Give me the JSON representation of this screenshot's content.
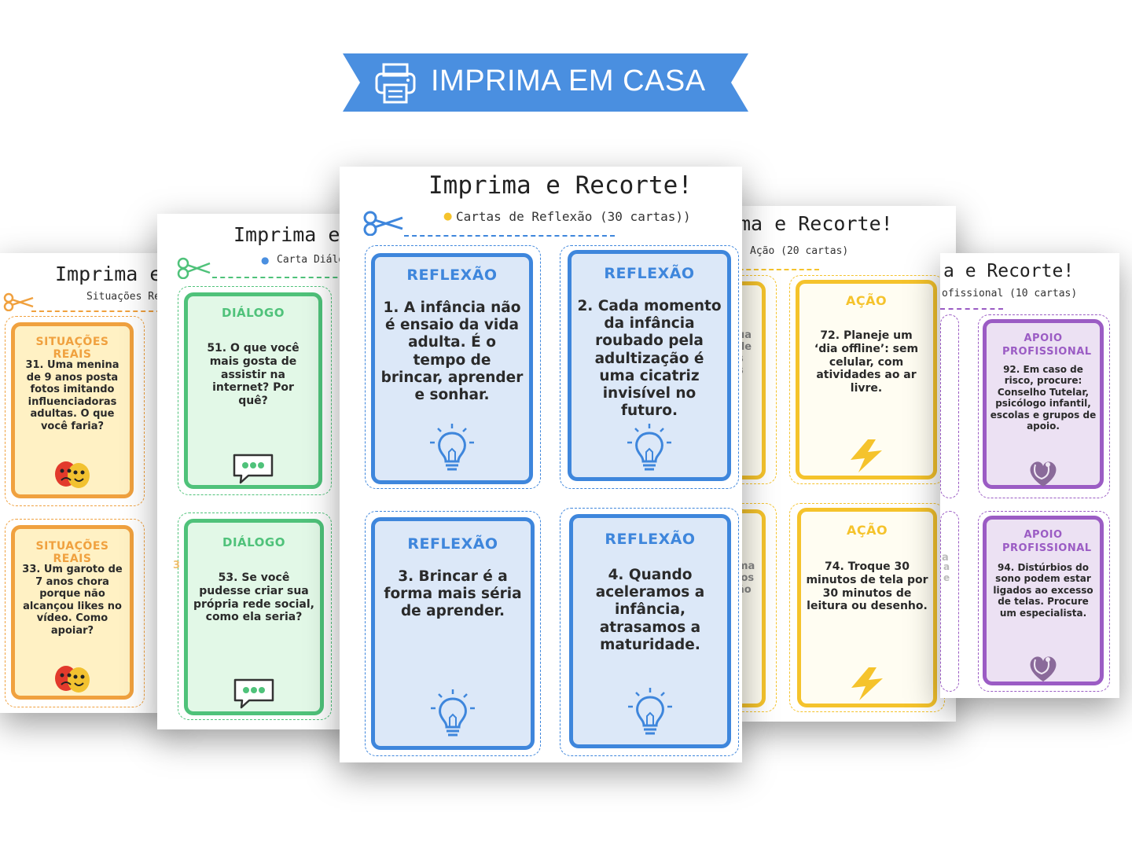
{
  "banner": {
    "label": "IMPRIMA EM CASA",
    "color": "#4a8fe0",
    "icon": "printer-icon"
  },
  "sheets": {
    "s1": {
      "title": "Imprima e R",
      "subtitle": "Situações Reais (",
      "accent": "#f0a13f",
      "fill": "#fff1c4",
      "frag_top": "S",
      "frag_bottom": "S",
      "cards": [
        {
          "category": "Situações Reais",
          "text": "31. Uma menina de 9 anos posta fotos imitando influenciadoras adultas. O que você faria?",
          "icon": "theater-masks-icon"
        },
        {
          "category": "Situações Reais",
          "text": "33. Um garoto de 7 anos chora porque não alcançou likes no vídeo. Como apoiar?",
          "icon": "theater-masks-icon"
        }
      ]
    },
    "s2": {
      "title": "Imprima e R",
      "subtitle": "Carta Diálogo",
      "accent": "#4fc27a",
      "fill": "#e2f8e7",
      "frag_bottom": "3",
      "cards": [
        {
          "category": "Diálogo",
          "text": "51. O que você mais gosta de assistir na internet? Por quê?",
          "icon": "chat-bubble-icon"
        },
        {
          "category": "Diálogo",
          "text": "53. Se você pudesse criar sua própria rede social, como ela seria?",
          "icon": "chat-bubble-icon"
        }
      ]
    },
    "s3": {
      "title": "Imprima e Recorte!",
      "subtitle": "Cartas de Reflexão (30 cartas))",
      "accent": "#3e86dc",
      "fill": "#dce8f8",
      "cards": [
        {
          "category": "Reflexão",
          "text": "1. A infância não é ensaio da vida adulta. É o tempo de brincar, aprender e sonhar.",
          "icon": "lightbulb-icon"
        },
        {
          "category": "Reflexão",
          "text": "2. Cada momento da infância roubado pela adultização é uma cicatriz invisível no futuro.",
          "icon": "lightbulb-icon"
        },
        {
          "category": "Reflexão",
          "text": "3. Brincar é a forma mais séria de aprender.",
          "icon": "lightbulb-icon"
        },
        {
          "category": "Reflexão",
          "text": "4. Quando aceleramos a infância, atrasamos a maturidade.",
          "icon": "lightbulb-icon"
        }
      ]
    },
    "s4": {
      "title": "ma e Recorte!",
      "subtitle": "Ação (20 cartas)",
      "accent": "#f5c32c",
      "fill": "#fffdf2",
      "frag_top": "ua\nde\ns\ns",
      "frag_bottom": "ma\nlos\não",
      "cards": [
        {
          "category": "Ação",
          "text": "72. Planeje um ‘dia offline’: sem celular, com atividades ao ar livre.",
          "icon": "lightning-icon"
        },
        {
          "category": "Ação",
          "text": "74. Troque 30 minutos de tela por 30 minutos de leitura ou desenho.",
          "icon": "lightning-icon"
        }
      ]
    },
    "s5": {
      "title": "a e Recorte!",
      "subtitle": "ofissional (10 cartas)",
      "accent": "#9b5cc4",
      "fill": "#ece1f3",
      "frag_top": "a",
      "frag_bottom": "a\ne",
      "cards": [
        {
          "category": "Apoio Profissional",
          "text": "92. Em caso de risco, procure: Conselho Tutelar, psicólogo infantil, escolas e grupos de apoio.",
          "icon": "stethoscope-heart-icon"
        },
        {
          "category": "Apoio Profissional",
          "text": "94. Distúrbios do sono podem estar ligados ao excesso de telas. Procure um especialista.",
          "icon": "stethoscope-heart-icon"
        }
      ]
    }
  }
}
